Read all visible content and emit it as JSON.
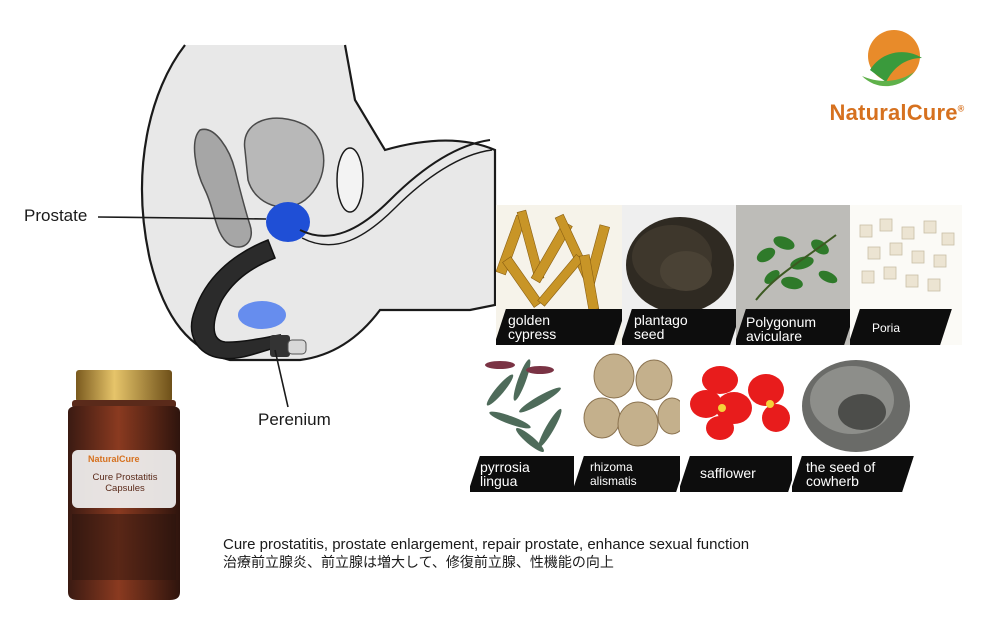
{
  "brand": {
    "name": "NaturalCure",
    "registered_mark": "®",
    "colors": {
      "orange": "#d6711f",
      "green": "#3a9a3c"
    }
  },
  "anatomy": {
    "labels": {
      "prostate": "Prostate",
      "perineum": "Perenium"
    },
    "colors": {
      "tissue": "#e6e6e6",
      "outline": "#1a1a1a",
      "highlight": "#1f4fd6",
      "device": "#2b2b2b"
    }
  },
  "herbs": [
    {
      "caption_lines": [
        "golden",
        "cypress"
      ]
    },
    {
      "caption_lines": [
        "plantago",
        "seed"
      ]
    },
    {
      "caption_lines": [
        "Polygonum",
        "aviculare"
      ]
    },
    {
      "caption_lines": [
        "Poria"
      ]
    },
    {
      "caption_lines": [
        "pyrrosia",
        "lingua"
      ]
    },
    {
      "caption_lines": [
        "rhizoma",
        "alismatis"
      ]
    },
    {
      "caption_lines": [
        "safflower"
      ]
    },
    {
      "caption_lines": [
        "the seed of",
        "cowherb"
      ]
    }
  ],
  "bottle": {
    "brand": "NaturalCure",
    "product_name": "Cure Prostatitis Capsules"
  },
  "description": {
    "english": "Cure prostatitis, prostate enlargement, repair prostate, enhance sexual function",
    "japanese": "治療前立腺炎、前立腺は増大して、修復前立腺、性機能の向上"
  }
}
